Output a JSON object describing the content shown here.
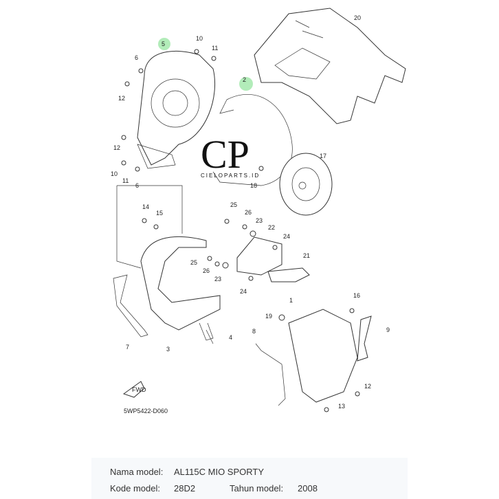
{
  "diagram": {
    "watermark": {
      "initials": "CP",
      "text": "CIELOPARTS.ID"
    },
    "diagram_code": "5WP5422-D060",
    "fwd_label": "FWD",
    "highlight_color": "#7ee08a",
    "labels": [
      "20",
      "10",
      "11",
      "6",
      "5",
      "2",
      "12",
      "12",
      "17",
      "10",
      "11",
      "6",
      "18",
      "14",
      "15",
      "25",
      "26",
      "23",
      "22",
      "24",
      "21",
      "25",
      "26",
      "23",
      "24",
      "16",
      "1",
      "19",
      "9",
      "8",
      "7",
      "3",
      "4",
      "12",
      "13"
    ]
  },
  "info": {
    "model_name_label": "Nama model:",
    "model_name": "AL115C MIO SPORTY",
    "model_code_label": "Kode model:",
    "model_code": "28D2",
    "model_year_label": "Tahun model:",
    "model_year": "2008"
  }
}
